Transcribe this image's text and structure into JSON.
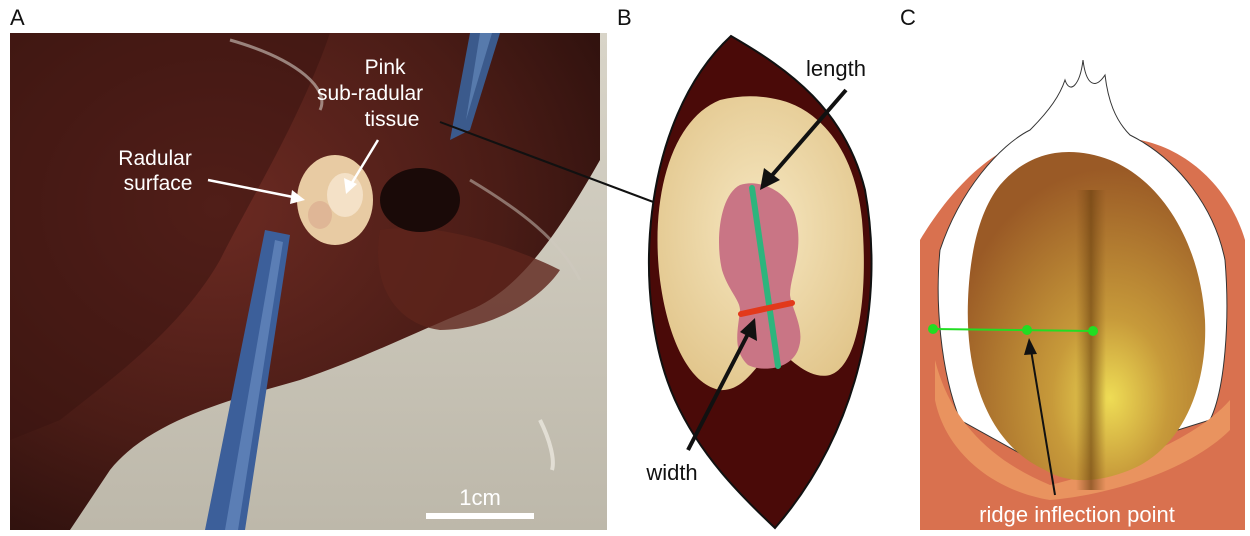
{
  "panels": {
    "a": {
      "letter": "A",
      "label_radular": [
        "Radular",
        "surface"
      ],
      "label_pink": [
        "Pink",
        "sub-radular",
        "tissue"
      ],
      "scale_bar": "1cm"
    },
    "b": {
      "letter": "B",
      "label_length": "length",
      "label_width": "width"
    },
    "c": {
      "letter": "C",
      "label_ridge": "ridge inflection point"
    }
  },
  "colors": {
    "odontophore_dark": "#4a0a08",
    "cartilage_cream": "#e7cf98",
    "pink_tissue": "#c97585",
    "length_line": "#2db57d",
    "width_line": "#e2391b",
    "muscle_salmon": "#d9714f",
    "marker_green": "#22dd22"
  }
}
